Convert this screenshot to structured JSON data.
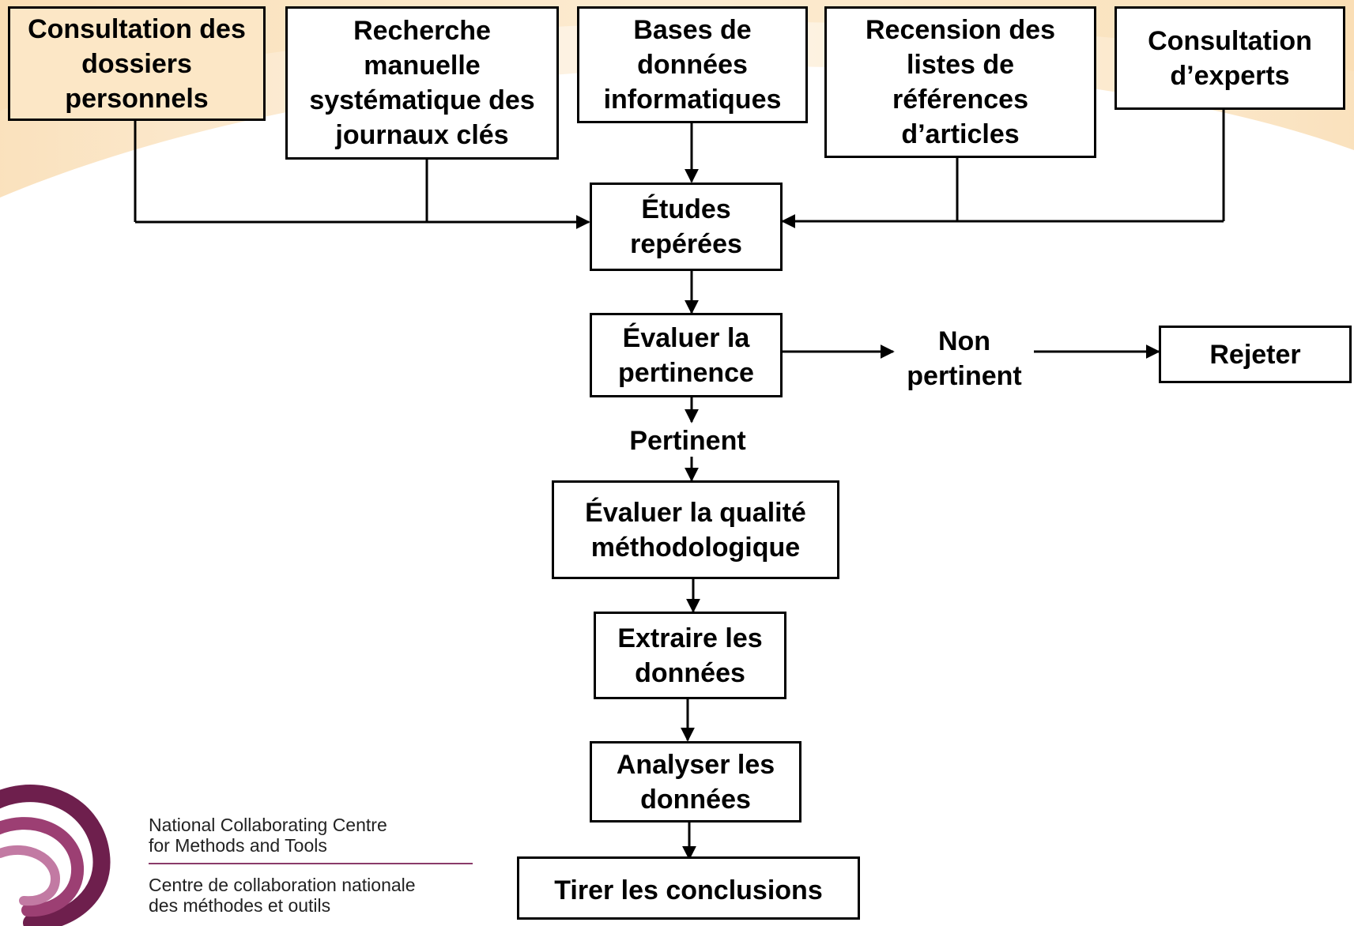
{
  "sources": [
    {
      "id": "dossiers",
      "label": "Consultation des dossiers personnels"
    },
    {
      "id": "recherche",
      "label": "Recherche manuelle systématique des journaux clés"
    },
    {
      "id": "bases",
      "label": "Bases de données informatiques"
    },
    {
      "id": "recension",
      "label": "Recension des listes de références d’articles"
    },
    {
      "id": "experts",
      "label": "Consultation d’experts"
    }
  ],
  "steps": {
    "etudes": "Études repérées",
    "pertinence": "Évaluer la pertinence",
    "qualite": "Évaluer la qualité méthodologique",
    "extraire": "Extraire les données",
    "analyser": "Analyser les données",
    "conclusions": "Tirer les conclusions",
    "rejeter": "Rejeter"
  },
  "edge_labels": {
    "non_pertinent": "Non pertinent",
    "pertinent": "Pertinent"
  },
  "logo": {
    "line1": "National Collaborating Centre",
    "line2": "for Methods and Tools",
    "line3": "Centre de collaboration nationale",
    "line4": "des méthodes et outils"
  },
  "colors": {
    "source_fill": "#fce7c6",
    "logo_purple": "#8a3b6a"
  }
}
